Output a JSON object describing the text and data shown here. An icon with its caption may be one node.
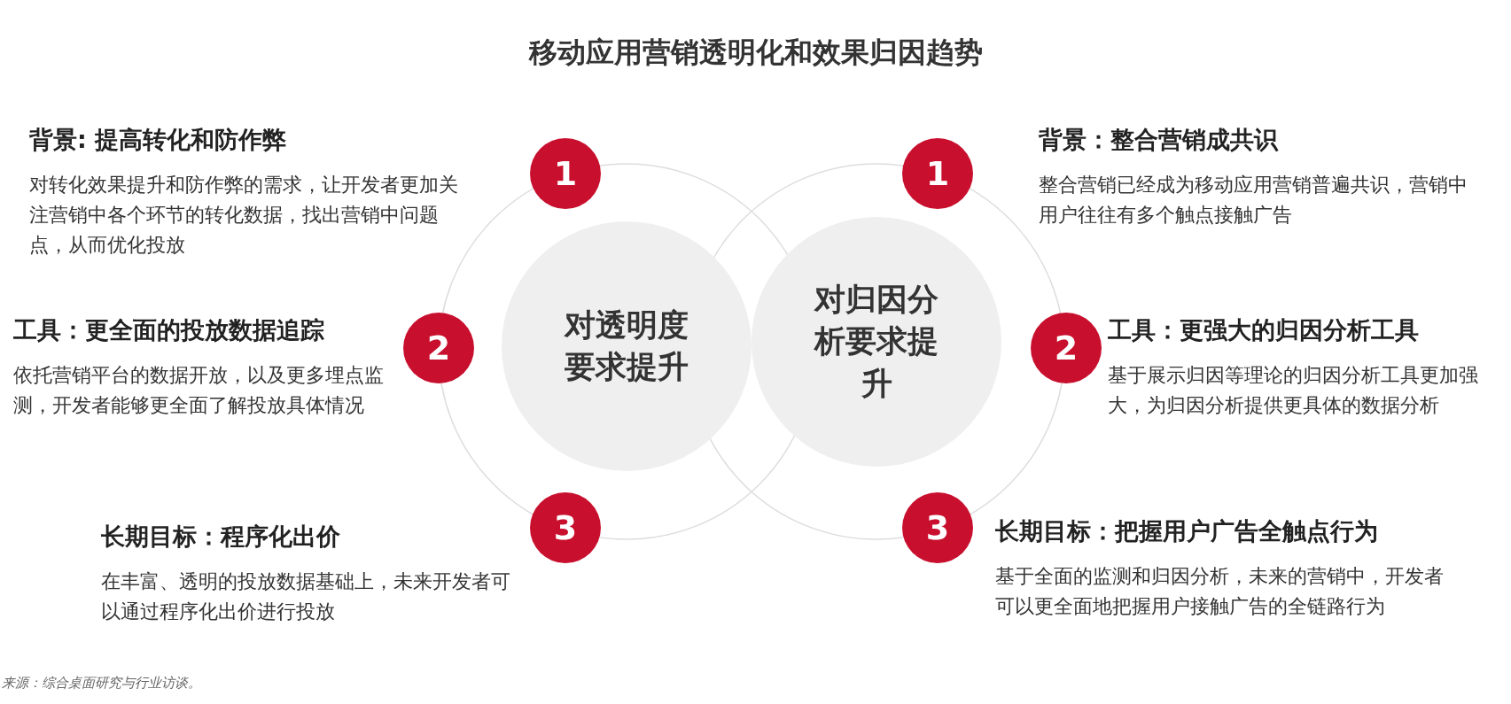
{
  "diagram": {
    "title": "移动应用营销透明化和效果归因趋势",
    "nodes": [
      {
        "text": [
          "对透明度要求提升"
        ]
      },
      {
        "text": [
          "对归因分析要求提升"
        ]
      },
      {
        "text": [
          "1"
        ],
        "beside": [
          "背景: 提高转化和防作弊",
          "对转化效果提升和防作弊的需求，让开发者更加关注营销中各个环节的转化数据，找出营销中问题点，从而优化投放"
        ]
      },
      {
        "text": [
          "2"
        ],
        "beside": [
          "工具：更全面的投放数据追踪",
          "依托营销平台的数据开放，以及更多埋点监测，开发者能够更全面了解投放具体情况"
        ]
      },
      {
        "text": [
          "3"
        ],
        "beside": [
          "长期目标：程序化出价",
          "在丰富、透明的投放数据基础上，未来开发者可以通过程序化出价进行投放"
        ]
      },
      {
        "text": [
          "1"
        ],
        "beside": [
          "背景：整合营销成共识",
          "整合营销已经成为移动应用营销普遍共识，营销中用户往往有多个触点接触广告"
        ]
      },
      {
        "text": [
          "2"
        ],
        "beside": [
          "工具：更强大的归因分析工具",
          "基于展示归因等理论的归因分析工具更加强大，为归因分析提供更具体的数据分析"
        ]
      },
      {
        "text": [
          "3"
        ],
        "beside": [
          "长期目标：把握用户广告全触点行为",
          "基于全面的监测和归因分析，未来的营销中，开发者可以更全面地把握用户接触广告的全链路行为"
        ]
      }
    ],
    "labels": [
      "来源：综合桌面研究与行业访谈。"
    ]
  }
}
